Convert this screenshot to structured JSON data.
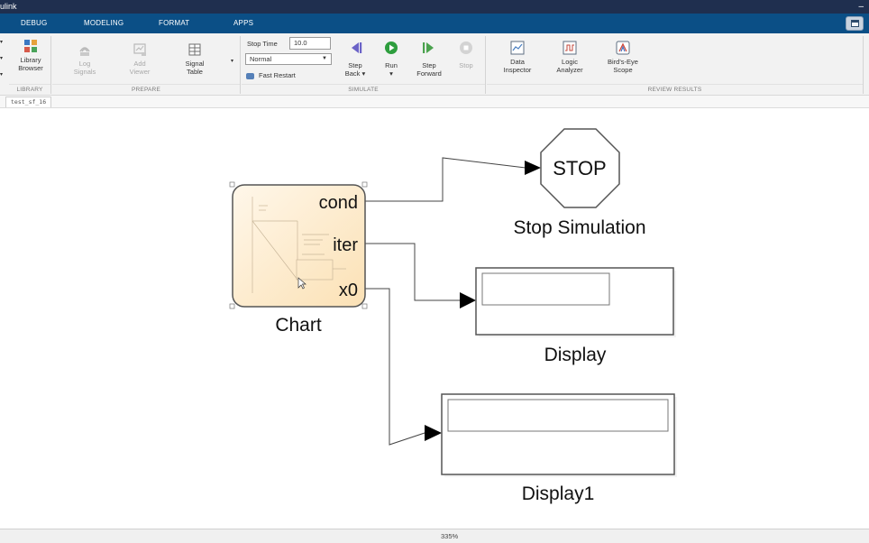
{
  "window": {
    "title": "ulink",
    "minimize": "–"
  },
  "tabs": [
    {
      "label": "DEBUG"
    },
    {
      "label": "MODELING"
    },
    {
      "label": "FORMAT"
    },
    {
      "label": "APPS"
    }
  ],
  "toolstrip": {
    "library": {
      "section_label": "LIBRARY",
      "browser_label_1": "Library",
      "browser_label_2": "Browser"
    },
    "prepare": {
      "section_label": "PREPARE",
      "log_1": "Log",
      "log_2": "Signals",
      "add_1": "Add",
      "add_2": "Viewer",
      "table_1": "Signal",
      "table_2": "Table"
    },
    "simulate": {
      "section_label": "SIMULATE",
      "stop_time_label": "Stop Time",
      "stop_time_value": "10.0",
      "mode_value": "Normal",
      "fast_restart": "Fast Restart",
      "step_back_1": "Step",
      "step_back_2": "Back ▾",
      "run_1": "Run",
      "run_2": "▾",
      "step_fwd_1": "Step",
      "step_fwd_2": "Forward",
      "stop": "Stop"
    },
    "review": {
      "section_label": "REVIEW RESULTS",
      "data_1": "Data",
      "data_2": "Inspector",
      "logic_1": "Logic",
      "logic_2": "Analyzer",
      "bird_1": "Bird's-Eye",
      "bird_2": "Scope"
    }
  },
  "model_tab": "test_sf_16",
  "diagram": {
    "chart": {
      "name": "Chart",
      "ports": [
        "cond",
        "iter",
        "x0"
      ]
    },
    "stop_block": {
      "text": "STOP",
      "name": "Stop Simulation"
    },
    "display": {
      "name": "Display"
    },
    "display1": {
      "name": "Display1"
    }
  },
  "status": {
    "zoom": "335%"
  },
  "colors": {
    "title_bar": "#1f2f4f",
    "tab_strip": "#0b4f86",
    "chart_fill": "#fde9c8",
    "run_green": "#2e9e3e",
    "step_purple": "#6b63c7"
  }
}
